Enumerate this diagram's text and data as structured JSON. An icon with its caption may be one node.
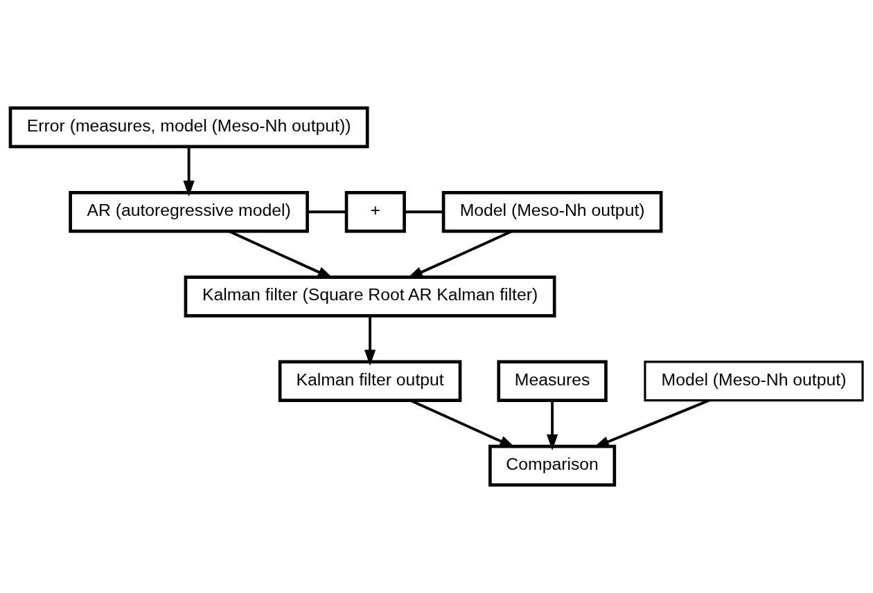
{
  "diagram": {
    "nodes": [
      {
        "text": [
          "Error (measures, model (Meso-Nh output))"
        ]
      },
      {
        "text": [
          "AR (autoregressive model)"
        ]
      },
      {
        "text": [
          "+"
        ]
      },
      {
        "text": [
          "Model (Meso-Nh output)"
        ]
      },
      {
        "text": [
          "Kalman filter (Square Root AR Kalman filter)"
        ]
      },
      {
        "text": [
          "Kalman filter output"
        ]
      },
      {
        "text": [
          "Measures"
        ]
      },
      {
        "text": [
          "Model (Meso-Nh output)"
        ]
      },
      {
        "text": [
          "Comparison"
        ]
      }
    ],
    "edges": [
      {
        "from": 0,
        "to": 1,
        "arrow": "to"
      },
      {
        "from": 1,
        "to": 2,
        "arrow": "none"
      },
      {
        "from": 2,
        "to": 3,
        "arrow": "none"
      },
      {
        "from": 1,
        "to": 4,
        "arrow": "to"
      },
      {
        "from": 3,
        "to": 4,
        "arrow": "to"
      },
      {
        "from": 4,
        "to": 5,
        "arrow": "to"
      },
      {
        "from": 5,
        "to": 8,
        "arrow": "to"
      },
      {
        "from": 6,
        "to": 8,
        "arrow": "to"
      },
      {
        "from": 7,
        "to": 8,
        "arrow": "to"
      }
    ]
  }
}
